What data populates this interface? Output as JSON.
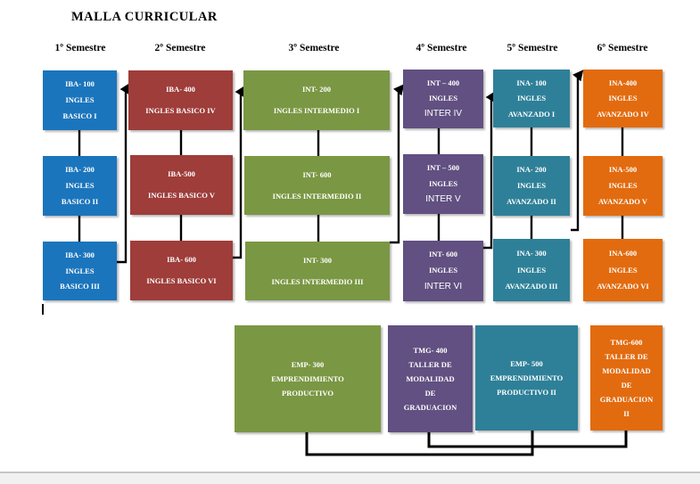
{
  "title": "MALLA CURRICULAR",
  "headers": [
    "1º Semestre",
    "2º Semestre",
    "3º Semestre",
    "4º Semestre",
    "5º Semestre",
    "6º Semestre"
  ],
  "colors": {
    "sem1_blue": "#1B75BC",
    "sem2_red": "#9E3D3A",
    "sem3_green": "#7A9743",
    "sem4_purple": "#615081",
    "sem5_teal": "#2E8098",
    "sem6_orange": "#E26B0F",
    "connector": "#000000",
    "statusbar": "#f1f1f2"
  },
  "boxes": {
    "c1r1": {
      "lines": [
        "IBA- 100",
        "INGLES",
        "BASICO I"
      ]
    },
    "c1r2": {
      "lines": [
        "IBA- 200",
        "INGLES",
        "BASICO II"
      ]
    },
    "c1r3": {
      "lines": [
        "IBA- 300",
        "INGLES",
        "BASICO III"
      ]
    },
    "c2r1": {
      "lines": [
        "IBA- 400",
        "INGLES BASICO IV"
      ]
    },
    "c2r2": {
      "lines": [
        "IBA-500",
        "INGLES BASICO V"
      ]
    },
    "c2r3": {
      "lines": [
        "IBA- 600",
        "INGLES BASICO VI"
      ]
    },
    "c3r1": {
      "lines": [
        "INT- 200",
        "INGLES INTERMEDIO I"
      ]
    },
    "c3r2": {
      "lines": [
        "INT- 600",
        "INGLES INTERMEDIO II"
      ]
    },
    "c3r3": {
      "lines": [
        "INT- 300",
        "INGLES INTERMEDIO III"
      ]
    },
    "c4r1": {
      "lines": [
        "INT – 400",
        "INGLES",
        "INTER IV"
      ]
    },
    "c4r2": {
      "lines": [
        "INT – 500",
        "INGLES",
        "INTER V"
      ]
    },
    "c4r3": {
      "lines": [
        "INT- 600",
        "INGLES",
        "INTER VI"
      ]
    },
    "c5r1": {
      "lines": [
        "INA- 100",
        "INGLES",
        "AVANZADO I"
      ]
    },
    "c5r2": {
      "lines": [
        "INA- 200",
        "INGLES",
        "AVANZADO II"
      ]
    },
    "c5r3": {
      "lines": [
        "INA- 300",
        "INGLES",
        "AVANZADO III"
      ]
    },
    "c6r1": {
      "lines": [
        "INA-400",
        "INGLES",
        "AVANZADO IV"
      ]
    },
    "c6r2": {
      "lines": [
        "INA-500",
        "INGLES",
        "AVANZADO V"
      ]
    },
    "c6r3": {
      "lines": [
        "INA-600",
        "INGLES",
        "AVANZADO VI"
      ]
    },
    "b1": {
      "lines": [
        "EMP- 300",
        "EMPRENDIMIENTO",
        "PRODUCTIVO"
      ]
    },
    "b2": {
      "lines": [
        "TMG- 400",
        "TALLER DE",
        "MODALIDAD",
        "DE",
        "GRADUACION"
      ]
    },
    "b3": {
      "lines": [
        "EMP- 500",
        "EMPRENDIMIENTO",
        "PRODUCTIVO II"
      ]
    },
    "b4": {
      "lines": [
        "TMG-600",
        "TALLER DE",
        "MODALIDAD",
        "DE",
        "GRADUACION",
        "II"
      ]
    }
  }
}
